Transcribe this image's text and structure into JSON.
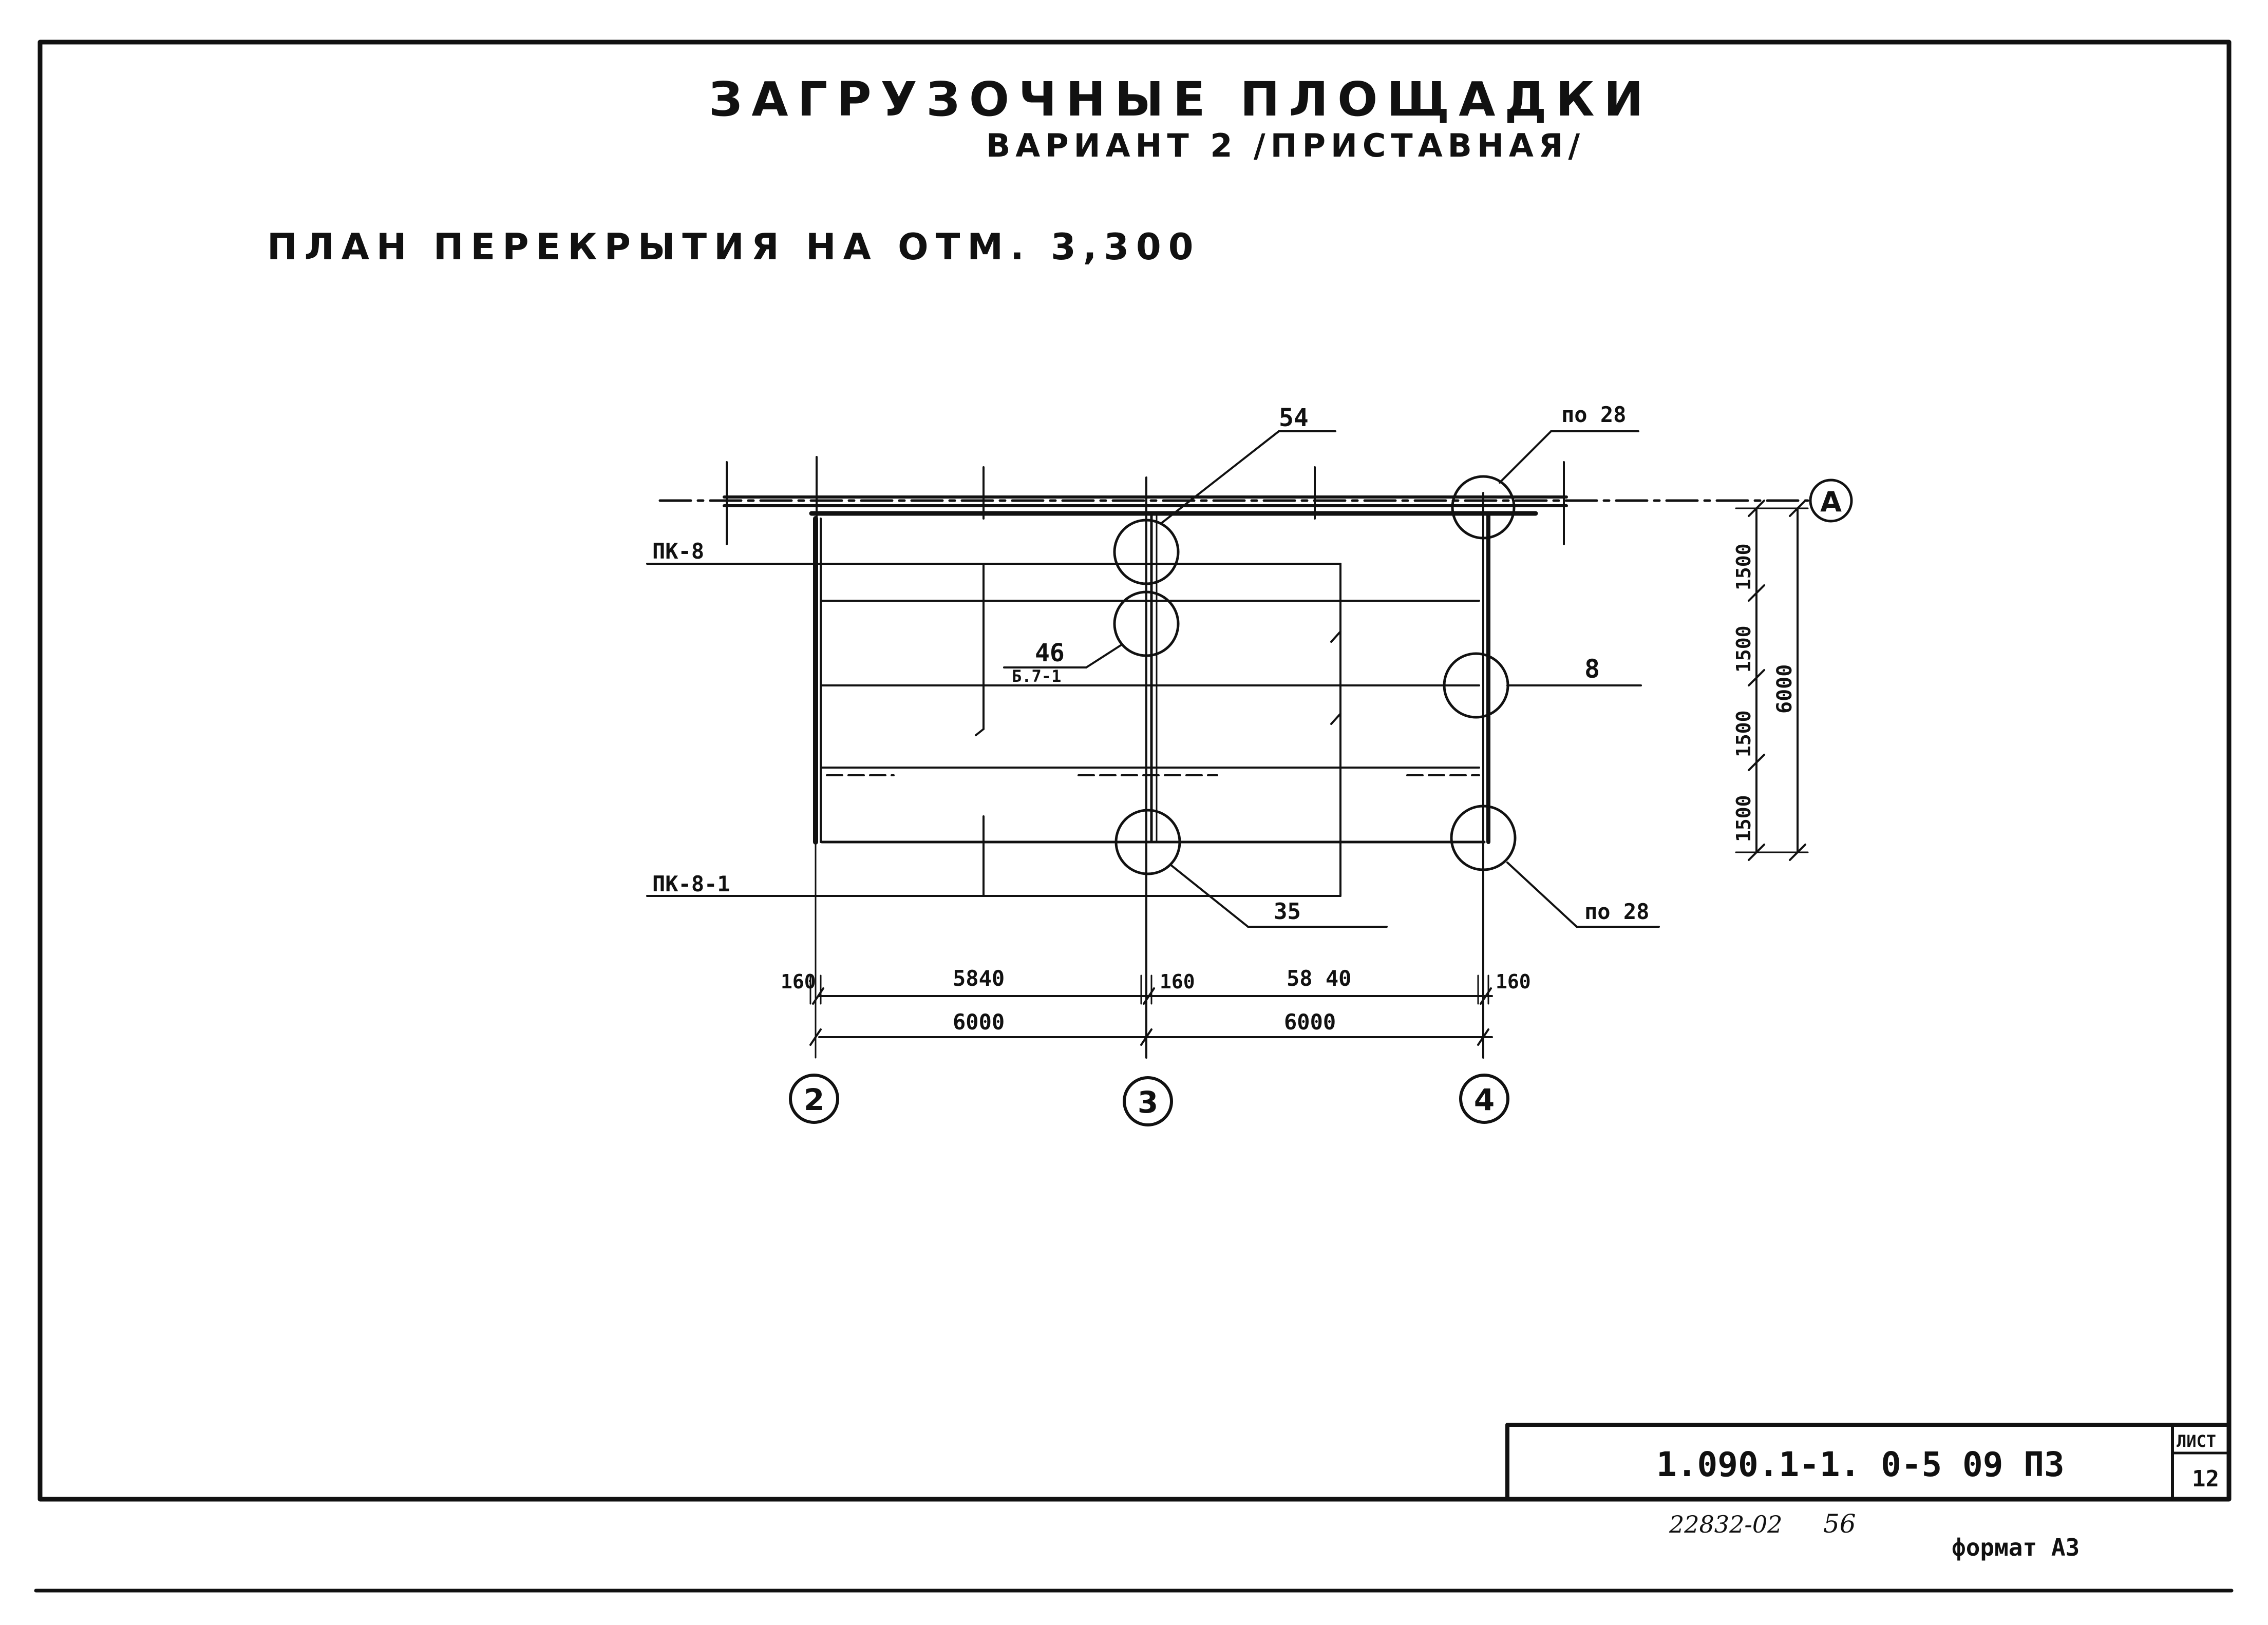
{
  "header": {
    "title": "ЗАГРУЗОЧНЫЕ ПЛОЩАДКИ",
    "subtitle": "ВАРИАНТ 2 /ПРИСТАВНАЯ/",
    "plan_title": "ПЛАН ПЕРЕКРЫТИЯ НА ОТМ. 3,300"
  },
  "plan": {
    "axes": {
      "vertical": [
        "2",
        "3",
        "4"
      ],
      "horizontal": "А"
    },
    "callouts": {
      "c54": "54",
      "c_po28_top": "по 28",
      "c_pk8": "ПК-8",
      "c46": "46",
      "c46_sub": "Б.7-1",
      "c8": "8",
      "c_pk81": "ПК-8-1",
      "c35": "35",
      "c_po28_bot": "по 28"
    },
    "dims_bottom_row1": {
      "d160_a": "160",
      "d5840_a": "5840",
      "d160_b": "160",
      "d5840_b": "58 40",
      "d160_c": "160"
    },
    "dims_bottom_row2": {
      "d6000_a": "6000",
      "d6000_b": "6000"
    },
    "dims_right": {
      "d1500_a": "1500",
      "d1500_b": "1500",
      "d1500_c": "1500",
      "d1500_d": "1500",
      "d6000_total": "6000"
    }
  },
  "title_block": {
    "code": "1.090.1-1. 0-5 09 ПЗ",
    "sheet_label": "ЛИСТ",
    "sheet_no": "12"
  },
  "footer": {
    "inventory": "22832-02",
    "inventory_page": "56",
    "format": "формат А3"
  }
}
